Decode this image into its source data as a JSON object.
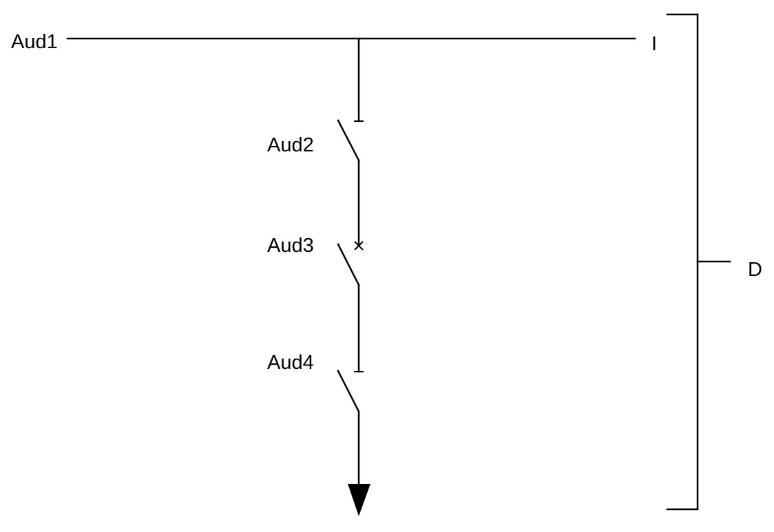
{
  "labels": {
    "feeder_main": "Aud1",
    "switch_top": "Aud2",
    "switch_middle": "Aud3",
    "switch_bottom": "Aud4",
    "right_end_marker": "I",
    "bracket_label": "D"
  },
  "switches": [
    {
      "label_key": "switch_top",
      "contact_type": "bar"
    },
    {
      "label_key": "switch_middle",
      "contact_type": "cross"
    },
    {
      "label_key": "switch_bottom",
      "contact_type": "bar"
    }
  ],
  "colors": {
    "line": "#000000",
    "background": "#ffffff"
  }
}
